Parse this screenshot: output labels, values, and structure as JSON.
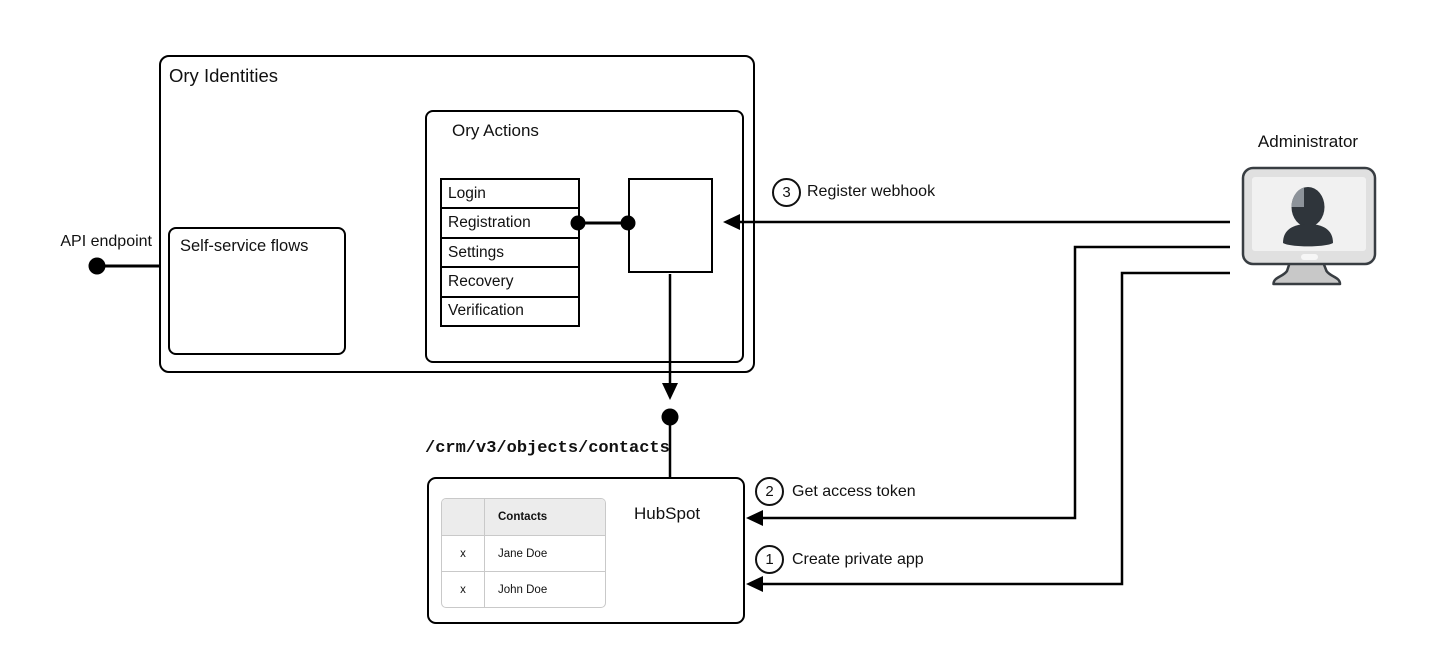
{
  "ory_identities": {
    "title": "Ory Identities"
  },
  "self_service_flows": {
    "title": "Self-service flows"
  },
  "ory_actions": {
    "title": "Ory Actions",
    "flows": [
      "Login",
      "Registration",
      "Settings",
      "Recovery",
      "Verification"
    ]
  },
  "labels": {
    "api_endpoint": "API endpoint",
    "administrator": "Administrator",
    "endpoint_path": "/crm/v3/objects/contacts"
  },
  "hubspot": {
    "title": "HubSpot",
    "table": {
      "header": "Contacts",
      "rows": [
        {
          "col1": "x",
          "col2": "Jane Doe"
        },
        {
          "col1": "x",
          "col2": "John Doe"
        }
      ]
    }
  },
  "steps": {
    "create_private_app": {
      "number": "1",
      "label": "Create private app"
    },
    "get_access_token": {
      "number": "2",
      "label": "Get access token"
    },
    "register_webhook": {
      "number": "3",
      "label": "Register webhook"
    }
  },
  "colors": {
    "line": "#000000",
    "text": "#111111",
    "table_header_bg": "#ececec",
    "table_border": "#c9c9c9",
    "monitor_bezel": "#e0e0e0",
    "monitor_screen": "#f1f1f1",
    "monitor_outline": "#383d42",
    "monitor_person": "#2f353b",
    "monitor_person_highlight": "#8d939a",
    "monitor_stand": "#c8c8c8"
  }
}
